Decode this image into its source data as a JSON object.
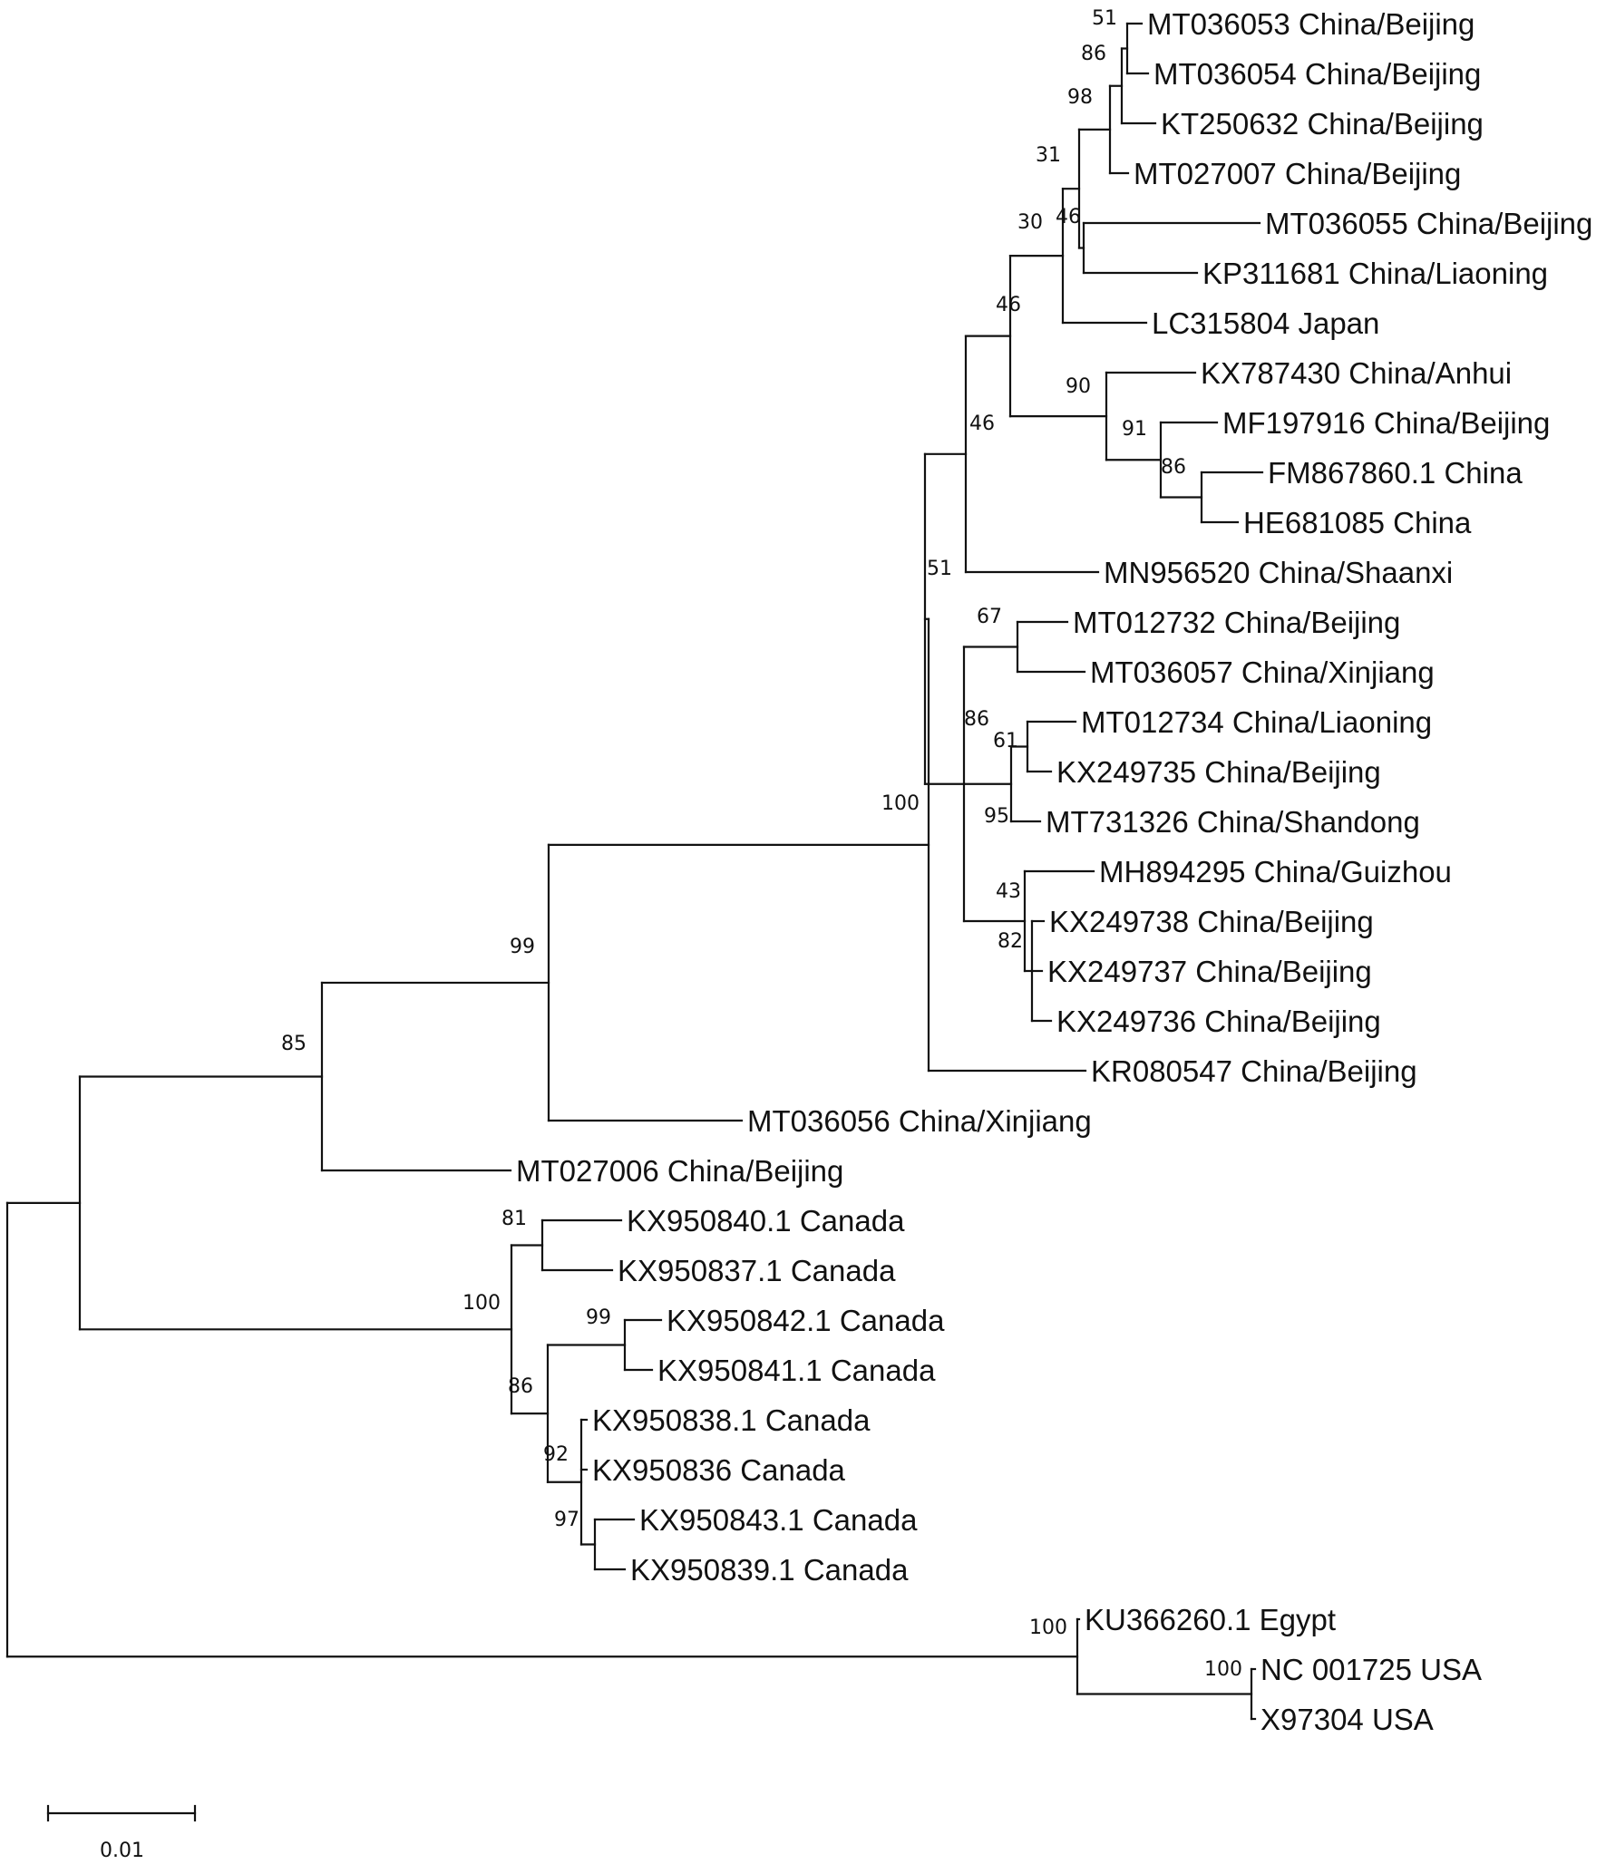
{
  "figure": {
    "scale_bar_label": "0.01",
    "colors": {
      "line": "#111111",
      "text": "#111111",
      "background": "#ffffff"
    }
  },
  "leaves": [
    {
      "id": "L1",
      "label": "MT036053 China/Beijing"
    },
    {
      "id": "L2",
      "label": "MT036054 China/Beijing"
    },
    {
      "id": "L3",
      "label": "KT250632 China/Beijing"
    },
    {
      "id": "L4",
      "label": "MT027007 China/Beijing"
    },
    {
      "id": "L5",
      "label": "MT036055 China/Beijing"
    },
    {
      "id": "L6",
      "label": "KP311681 China/Liaoning"
    },
    {
      "id": "L7",
      "label": "LC315804 Japan"
    },
    {
      "id": "L8",
      "label": "KX787430 China/Anhui"
    },
    {
      "id": "L9",
      "label": "MF197916 China/Beijing"
    },
    {
      "id": "L10",
      "label": "FM867860.1 China"
    },
    {
      "id": "L11",
      "label": "HE681085 China"
    },
    {
      "id": "L12",
      "label": "MN956520 China/Shaanxi"
    },
    {
      "id": "L13",
      "label": "MT012732 China/Beijing"
    },
    {
      "id": "L14",
      "label": "MT036057 China/Xinjiang"
    },
    {
      "id": "L15",
      "label": "MT012734 China/Liaoning"
    },
    {
      "id": "L16",
      "label": "KX249735 China/Beijing"
    },
    {
      "id": "L17",
      "label": "MT731326 China/Shandong"
    },
    {
      "id": "L18",
      "label": "MH894295 China/Guizhou"
    },
    {
      "id": "L19",
      "label": "KX249738 China/Beijing"
    },
    {
      "id": "L20",
      "label": "KX249737 China/Beijing"
    },
    {
      "id": "L21",
      "label": "KX249736 China/Beijing"
    },
    {
      "id": "L22",
      "label": "KR080547 China/Beijing"
    },
    {
      "id": "L23",
      "label": "MT036056 China/Xinjiang"
    },
    {
      "id": "L24",
      "label": "MT027006 China/Beijing"
    },
    {
      "id": "L25",
      "label": "KX950840.1 Canada"
    },
    {
      "id": "L26",
      "label": "KX950837.1 Canada"
    },
    {
      "id": "L27",
      "label": "KX950842.1 Canada"
    },
    {
      "id": "L28",
      "label": "KX950841.1 Canada"
    },
    {
      "id": "L29",
      "label": "KX950838.1 Canada"
    },
    {
      "id": "L30",
      "label": "KX950836 Canada"
    },
    {
      "id": "L31",
      "label": "KX950843.1 Canada"
    },
    {
      "id": "L32",
      "label": "KX950839.1 Canada"
    },
    {
      "id": "L33",
      "label": "KU366260.1 Egypt"
    },
    {
      "id": "L34",
      "label": "NC 001725 USA"
    },
    {
      "id": "L35",
      "label": "X97304 USA"
    }
  ],
  "bootstrap": [
    {
      "node": "n1",
      "value": "51"
    },
    {
      "node": "n2",
      "value": "86"
    },
    {
      "node": "n3",
      "value": "98"
    },
    {
      "node": "n4",
      "value": "31"
    },
    {
      "node": "n5",
      "value": "46"
    },
    {
      "node": "n6",
      "value": "30"
    },
    {
      "node": "n7",
      "value": "46"
    },
    {
      "node": "n8",
      "value": "90"
    },
    {
      "node": "n9",
      "value": "91"
    },
    {
      "node": "n10",
      "value": "86"
    },
    {
      "node": "n11",
      "value": "46"
    },
    {
      "node": "n12",
      "value": "51"
    },
    {
      "node": "n13",
      "value": "67"
    },
    {
      "node": "n14",
      "value": "86"
    },
    {
      "node": "n15",
      "value": "61"
    },
    {
      "node": "n16",
      "value": "95"
    },
    {
      "node": "n17",
      "value": "43"
    },
    {
      "node": "n18",
      "value": "82"
    },
    {
      "node": "n19",
      "value": "100"
    },
    {
      "node": "n20",
      "value": "99"
    },
    {
      "node": "n21",
      "value": "85"
    },
    {
      "node": "n22",
      "value": "81"
    },
    {
      "node": "n23",
      "value": "100"
    },
    {
      "node": "n24",
      "value": "99"
    },
    {
      "node": "n25",
      "value": "86"
    },
    {
      "node": "n26",
      "value": "92"
    },
    {
      "node": "n27",
      "value": "97"
    },
    {
      "node": "n28",
      "value": "100"
    },
    {
      "node": "n29",
      "value": "100"
    }
  ]
}
